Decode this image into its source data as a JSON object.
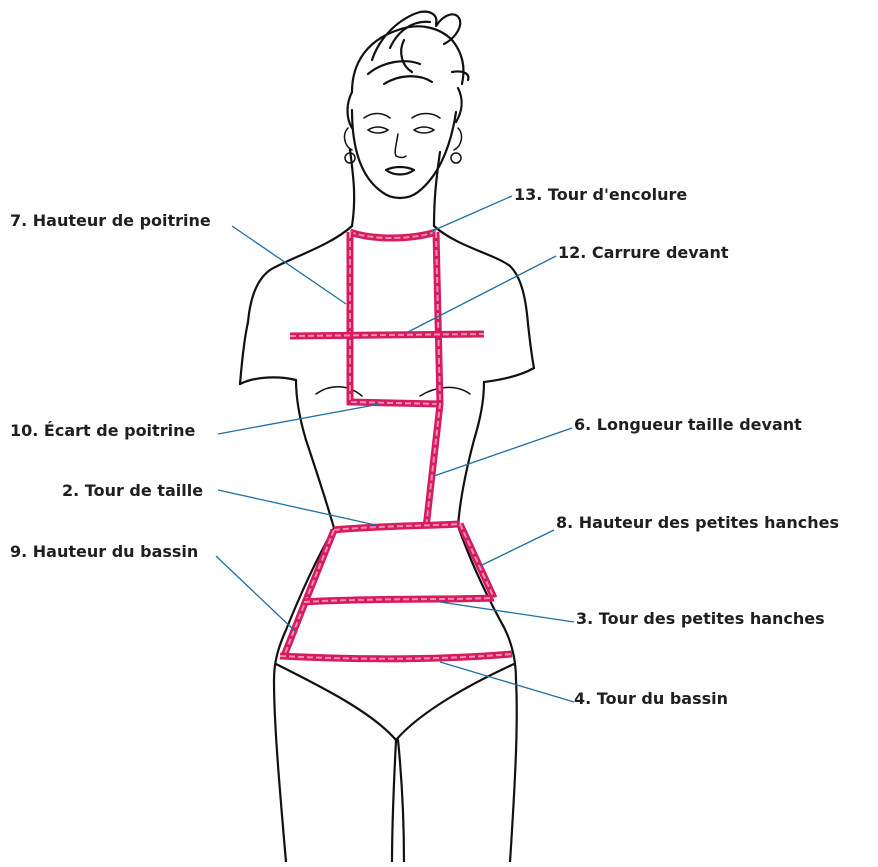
{
  "labels": {
    "l13": "13. Tour d'encolure",
    "l7": "7. Hauteur de poitrine",
    "l12": "12. Carrure devant",
    "l10": "10. Écart de poitrine",
    "l6": "6. Longueur taille devant",
    "l2": "2. Tour de taille",
    "l8": "8. Hauteur des petites hanches",
    "l9": "9. Hauteur du bassin",
    "l3": "3. Tour des petites hanches",
    "l4": "4. Tour du bassin"
  },
  "colors": {
    "tape": "#d81b60",
    "tape_mark": "#f48fb1",
    "leader": "#1f6fa3",
    "outline": "#111111",
    "text": "#1f1f1f"
  }
}
